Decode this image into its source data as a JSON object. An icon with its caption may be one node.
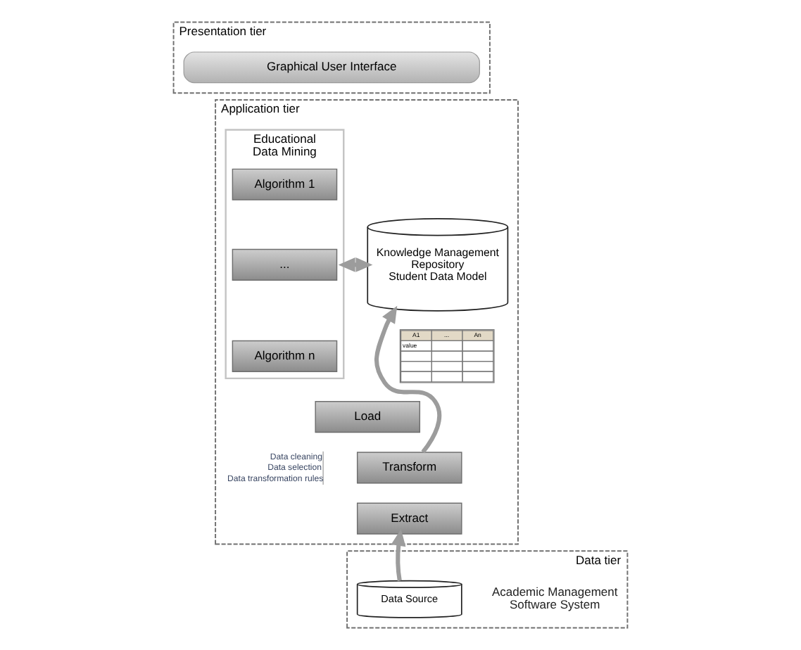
{
  "diagram": {
    "nodes": [
      {
        "text": [
          "Presentation tier"
        ]
      },
      {
        "text": [
          "Graphical User Interface"
        ],
        "in": 0
      },
      {
        "text": [
          "Application tier"
        ]
      },
      {
        "text": [
          "Educational Data Mining"
        ],
        "in": 2
      },
      {
        "text": [
          "Algorithm 1"
        ],
        "in": 3
      },
      {
        "text": [
          "..."
        ],
        "in": 3
      },
      {
        "text": [
          "Algorithm n"
        ],
        "in": 3
      },
      {
        "text": [
          "Knowledge Management Repository",
          "Student Data Model"
        ],
        "in": 2
      },
      {
        "text": [
          "Load"
        ],
        "in": 2
      },
      {
        "text": [
          "Transform"
        ],
        "in": 2,
        "beside": [
          "Data cleaning",
          "Data selection",
          "Data transformation rules"
        ]
      },
      {
        "text": [
          "Extract"
        ],
        "in": 2
      },
      {
        "text": [
          "Data tier"
        ]
      },
      {
        "text": [
          "Data Source"
        ],
        "in": 11,
        "beside": [
          "Academic Management Software System"
        ]
      }
    ],
    "edges": [
      {
        "from": 3,
        "to": 7,
        "arrow": "both"
      },
      {
        "from": 9,
        "to": 7,
        "arrow": "to"
      },
      {
        "from": 12,
        "to": 10,
        "arrow": "to"
      }
    ],
    "labels": [
      "A1",
      "...",
      "An",
      "value"
    ]
  }
}
